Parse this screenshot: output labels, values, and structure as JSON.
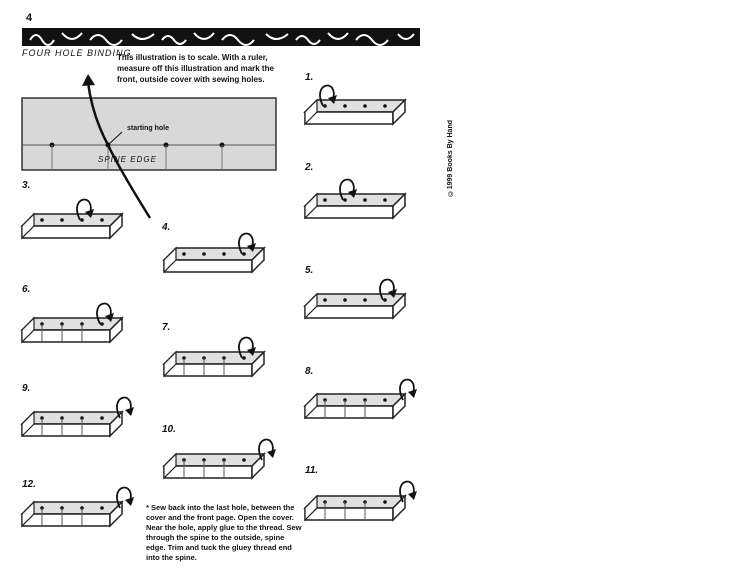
{
  "page_number": "4",
  "title": "FOUR HOLE BINDING",
  "intro_text": "This illustration is to scale. With a ruler, measure off this illustration and mark the front, outside cover with sewing holes.",
  "scale_diagram": {
    "starting_hole_label": "starting hole",
    "spine_edge_label": "SPINE EDGE"
  },
  "copyright": "©1999 Books By Hand",
  "steps": [
    "1.",
    "2.",
    "3.",
    "4.",
    "5.",
    "6.",
    "7.",
    "8.",
    "9.",
    "10.",
    "11.",
    "12."
  ],
  "footnote": "* Sew back into the last hole, between the cover and the front page. Open the cover. Near the hole, apply glue to the thread. Sew through the spine to the outside, spine edge. Trim and tuck the gluey thread end into the spine."
}
